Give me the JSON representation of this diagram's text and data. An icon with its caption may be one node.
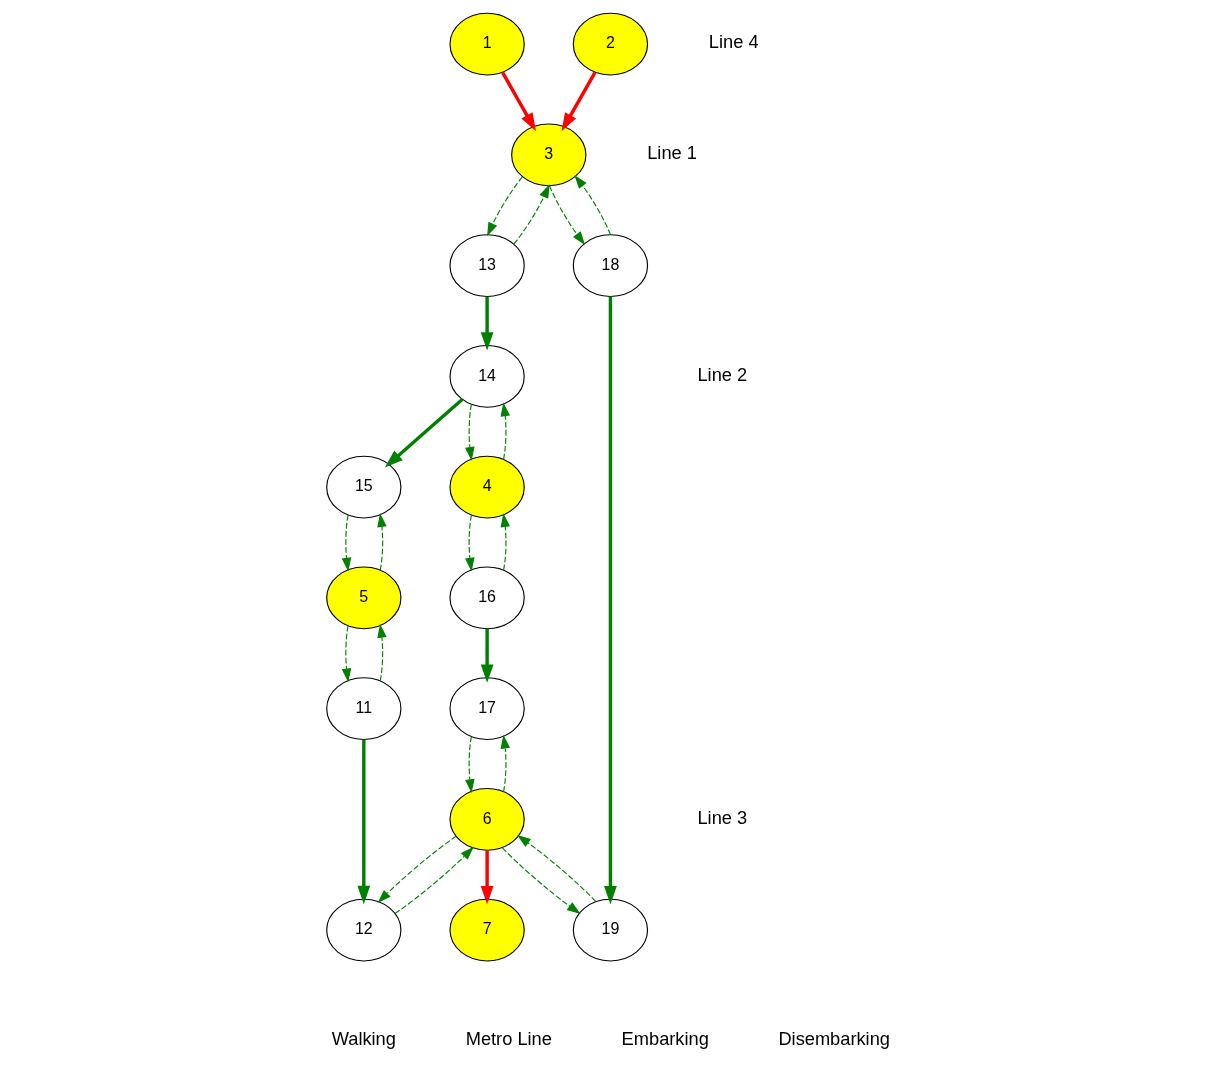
{
  "diagram": {
    "nodes": [
      {
        "text": [
          "1"
        ]
      },
      {
        "text": [
          "2"
        ]
      },
      {
        "text": [
          "3"
        ]
      },
      {
        "text": [
          "4"
        ]
      },
      {
        "text": [
          "5"
        ]
      },
      {
        "text": [
          "6"
        ]
      },
      {
        "text": [
          "7"
        ]
      },
      {
        "text": [
          "11"
        ]
      },
      {
        "text": [
          "12"
        ]
      },
      {
        "text": [
          "13"
        ]
      },
      {
        "text": [
          "14"
        ]
      },
      {
        "text": [
          "15"
        ]
      },
      {
        "text": [
          "16"
        ]
      },
      {
        "text": [
          "17"
        ]
      },
      {
        "text": [
          "18"
        ]
      },
      {
        "text": [
          "19"
        ]
      }
    ],
    "edges": [
      {
        "from": 0,
        "to": 2,
        "arrow": "to",
        "style": "thick",
        "color": "#ff0000"
      },
      {
        "from": 1,
        "to": 2,
        "arrow": "to",
        "style": "thick",
        "color": "#ff0000"
      },
      {
        "from": 5,
        "to": 6,
        "arrow": "to",
        "style": "thick",
        "color": "#ff0000"
      },
      {
        "from": 7,
        "to": 8,
        "arrow": "to",
        "style": "thick"
      },
      {
        "from": 9,
        "to": 10,
        "arrow": "to",
        "style": "thick"
      },
      {
        "from": 10,
        "to": 11,
        "arrow": "to",
        "style": "thick"
      },
      {
        "from": 12,
        "to": 13,
        "arrow": "to",
        "style": "thick"
      },
      {
        "from": 14,
        "to": 15,
        "arrow": "to",
        "style": "thick"
      },
      {
        "from": 2,
        "to": 9,
        "arrow": "to",
        "style": "dashed"
      },
      {
        "from": 9,
        "to": 2,
        "arrow": "to",
        "style": "dashed"
      },
      {
        "from": 2,
        "to": 14,
        "arrow": "to",
        "style": "dashed"
      },
      {
        "from": 14,
        "to": 2,
        "arrow": "to",
        "style": "dashed"
      },
      {
        "from": 3,
        "to": 10,
        "arrow": "to",
        "style": "dashed"
      },
      {
        "from": 10,
        "to": 3,
        "arrow": "to",
        "style": "dashed"
      },
      {
        "from": 3,
        "to": 12,
        "arrow": "to",
        "style": "dashed"
      },
      {
        "from": 12,
        "to": 3,
        "arrow": "to",
        "style": "dashed"
      },
      {
        "from": 4,
        "to": 11,
        "arrow": "to",
        "style": "dashed"
      },
      {
        "from": 11,
        "to": 4,
        "arrow": "to",
        "style": "dashed"
      },
      {
        "from": 4,
        "to": 7,
        "arrow": "to",
        "style": "dashed"
      },
      {
        "from": 7,
        "to": 4,
        "arrow": "to",
        "style": "dashed"
      },
      {
        "from": 5,
        "to": 8,
        "arrow": "to",
        "style": "dashed"
      },
      {
        "from": 8,
        "to": 5,
        "arrow": "to",
        "style": "dashed"
      },
      {
        "from": 5,
        "to": 13,
        "arrow": "to",
        "style": "dashed"
      },
      {
        "from": 13,
        "to": 5,
        "arrow": "to",
        "style": "dashed"
      },
      {
        "from": 5,
        "to": 15,
        "arrow": "to",
        "style": "dashed"
      },
      {
        "from": 15,
        "to": 5,
        "arrow": "to",
        "style": "dashed"
      }
    ],
    "labels": [
      "Line 1",
      "Line 2",
      "Line 3",
      "Line 4"
    ],
    "legend": [
      {
        "text": "Walking"
      },
      {
        "text": "Metro Line"
      },
      {
        "text": "Embarking"
      },
      {
        "text": "Disembarking"
      }
    ]
  }
}
